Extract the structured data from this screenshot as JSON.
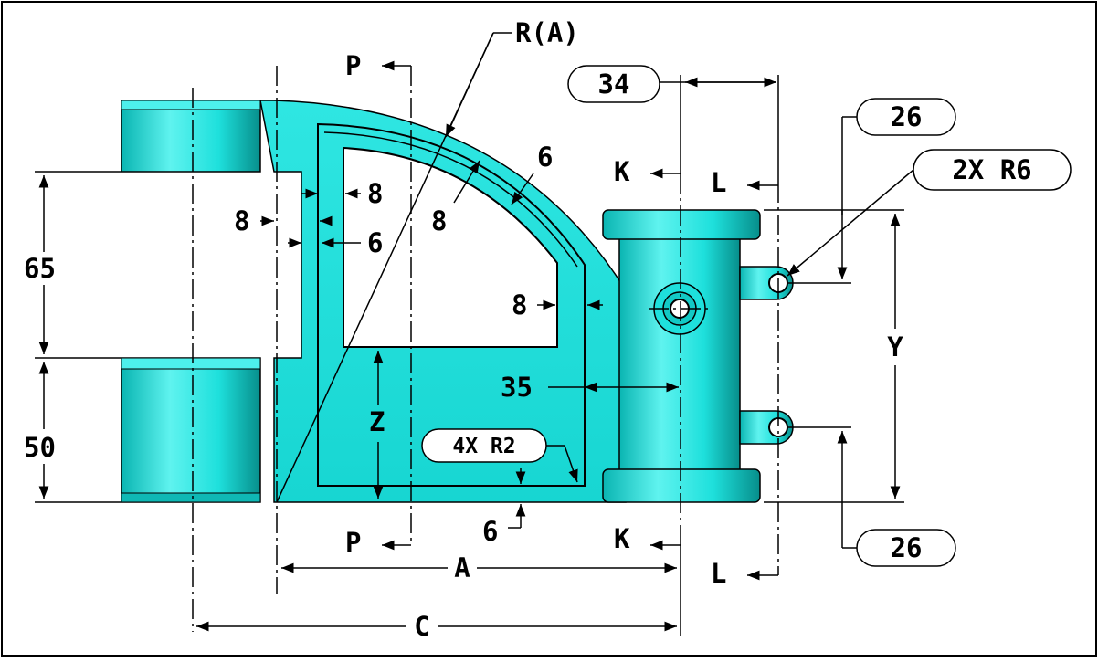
{
  "colors": {
    "body": "#1ee0dc",
    "body_light": "#7ff5f2",
    "body_dark": "#0a9c99",
    "outline": "#000000",
    "background": "#ffffff"
  },
  "labels": {
    "r_a": "R(A)",
    "p_top": "P",
    "p_bottom": "P",
    "k_top": "K",
    "k_bottom": "K",
    "l_top": "L",
    "l_bottom": "L",
    "dim_34": "34",
    "dim_26_top": "26",
    "dim_26_bottom": "26",
    "dim_2x_r6": "2X R6",
    "dim_65": "65",
    "dim_50": "50",
    "dim_8_a": "8",
    "dim_8_b": "8",
    "dim_6_a": "6",
    "dim_6_b": "6",
    "dim_8_c": "8",
    "dim_8_d": "8",
    "dim_35": "35",
    "dim_z": "Z",
    "dim_4x_r2": "4X R2",
    "dim_6_bottom": "6",
    "dim_a": "A",
    "dim_c": "C",
    "dim_y": "Y"
  }
}
